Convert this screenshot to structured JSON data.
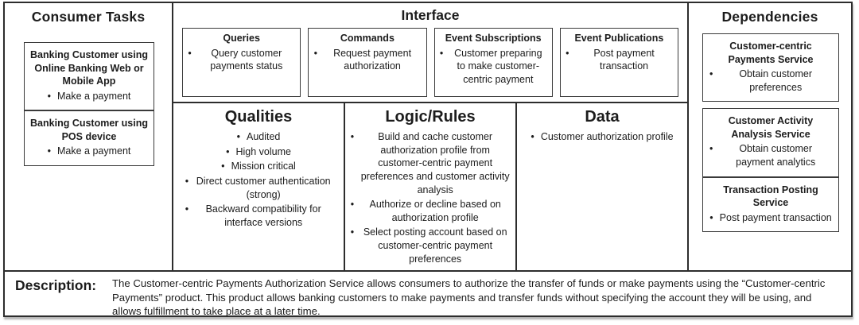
{
  "consumer_tasks": {
    "title": "Consumer Tasks",
    "cards": [
      {
        "title": "Banking Customer using Online Banking Web or Mobile App",
        "bullets": [
          "Make a payment"
        ]
      },
      {
        "title": "Banking Customer using POS device",
        "bullets": [
          "Make a payment"
        ]
      }
    ]
  },
  "interface": {
    "title": "Interface",
    "boxes": [
      {
        "title": "Queries",
        "bullets": [
          "Query customer payments status"
        ]
      },
      {
        "title": "Commands",
        "bullets": [
          "Request payment authorization"
        ]
      },
      {
        "title": "Event Subscriptions",
        "bullets": [
          "Customer preparing to make customer-centric payment"
        ]
      },
      {
        "title": "Event Publications",
        "bullets": [
          "Post payment transaction"
        ]
      }
    ],
    "sections": [
      {
        "title": "Qualities",
        "bullets": [
          "Audited",
          "High volume",
          "Mission critical",
          "Direct customer authentication (strong)",
          "Backward compatibility for interface versions"
        ]
      },
      {
        "title": "Logic/Rules",
        "bullets": [
          "Build and cache customer authorization profile from customer-centric payment preferences and customer activity analysis",
          "Authorize or decline based on authorization profile",
          "Select posting account based on customer-centric payment preferences"
        ]
      },
      {
        "title": "Data",
        "bullets": [
          "Customer authorization profile"
        ]
      }
    ]
  },
  "dependencies": {
    "title": "Dependencies",
    "cards": [
      {
        "title": "Customer-centric Payments Service",
        "bullets": [
          "Obtain customer preferences"
        ]
      },
      {
        "title": "Customer Activity Analysis Service",
        "bullets": [
          "Obtain customer payment analytics"
        ]
      },
      {
        "title": "Transaction Posting Service",
        "bullets": [
          "Post payment transaction"
        ]
      }
    ]
  },
  "description": {
    "label": "Description:",
    "text": "The Customer-centric Payments Authorization Service allows consumers to authorize the transfer of funds or make payments using the “Customer-centric Payments” product. This product allows banking customers to make payments and transfer funds without specifying the account they will be using, and allows fulfillment to take place at a later time."
  },
  "colors": {
    "border": "#2d2d2d",
    "text": "#1c1c1c",
    "background": "#ffffff"
  }
}
